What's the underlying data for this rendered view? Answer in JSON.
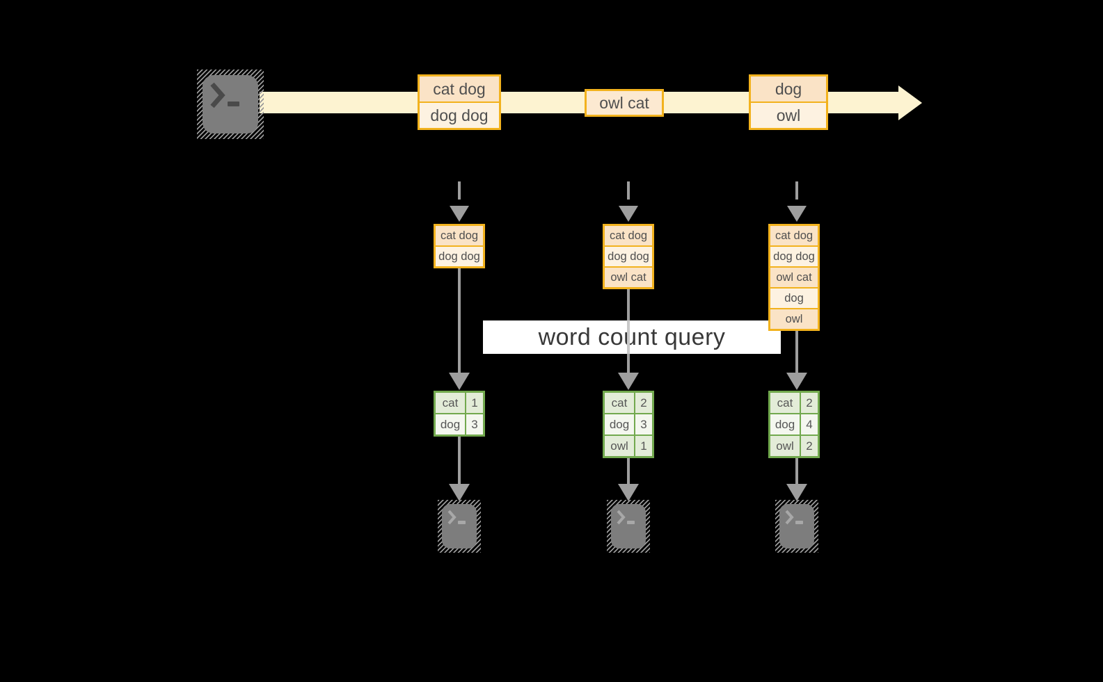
{
  "query_label": "word count query",
  "source_icon": "terminal",
  "sink_icon": "terminal",
  "stream_events": [
    {
      "lines": [
        "cat dog",
        "dog dog"
      ]
    },
    {
      "lines": [
        "owl cat"
      ]
    },
    {
      "lines": [
        "dog",
        "owl"
      ]
    }
  ],
  "columns": [
    {
      "buffer": [
        "cat dog",
        "dog dog"
      ],
      "result": [
        {
          "word": "cat",
          "count": "1"
        },
        {
          "word": "dog",
          "count": "3"
        }
      ]
    },
    {
      "buffer": [
        "cat dog",
        "dog dog",
        "owl cat"
      ],
      "result": [
        {
          "word": "cat",
          "count": "2"
        },
        {
          "word": "dog",
          "count": "3"
        },
        {
          "word": "owl",
          "count": "1"
        }
      ]
    },
    {
      "buffer": [
        "cat dog",
        "dog dog",
        "owl cat",
        "dog",
        "owl"
      ],
      "result": [
        {
          "word": "cat",
          "count": "2"
        },
        {
          "word": "dog",
          "count": "4"
        },
        {
          "word": "owl",
          "count": "2"
        }
      ]
    }
  ],
  "colors": {
    "stream_band": "#fdf3d1",
    "box_border": "#f2b21d",
    "cell_peach": "#fae3c6",
    "cell_cream": "#fdf2e1",
    "single_cell": "#fce9d1",
    "table_border": "#72a94e",
    "table_cell_green": "#e3ecd8",
    "table_cell_light": "#f4f7ef",
    "arrow_gray": "#9e9e9e",
    "label_bg": "#ffffff",
    "label_text": "#383838",
    "box_text": "#4f4f4f",
    "terminal_gray": "#7d7d7d"
  }
}
